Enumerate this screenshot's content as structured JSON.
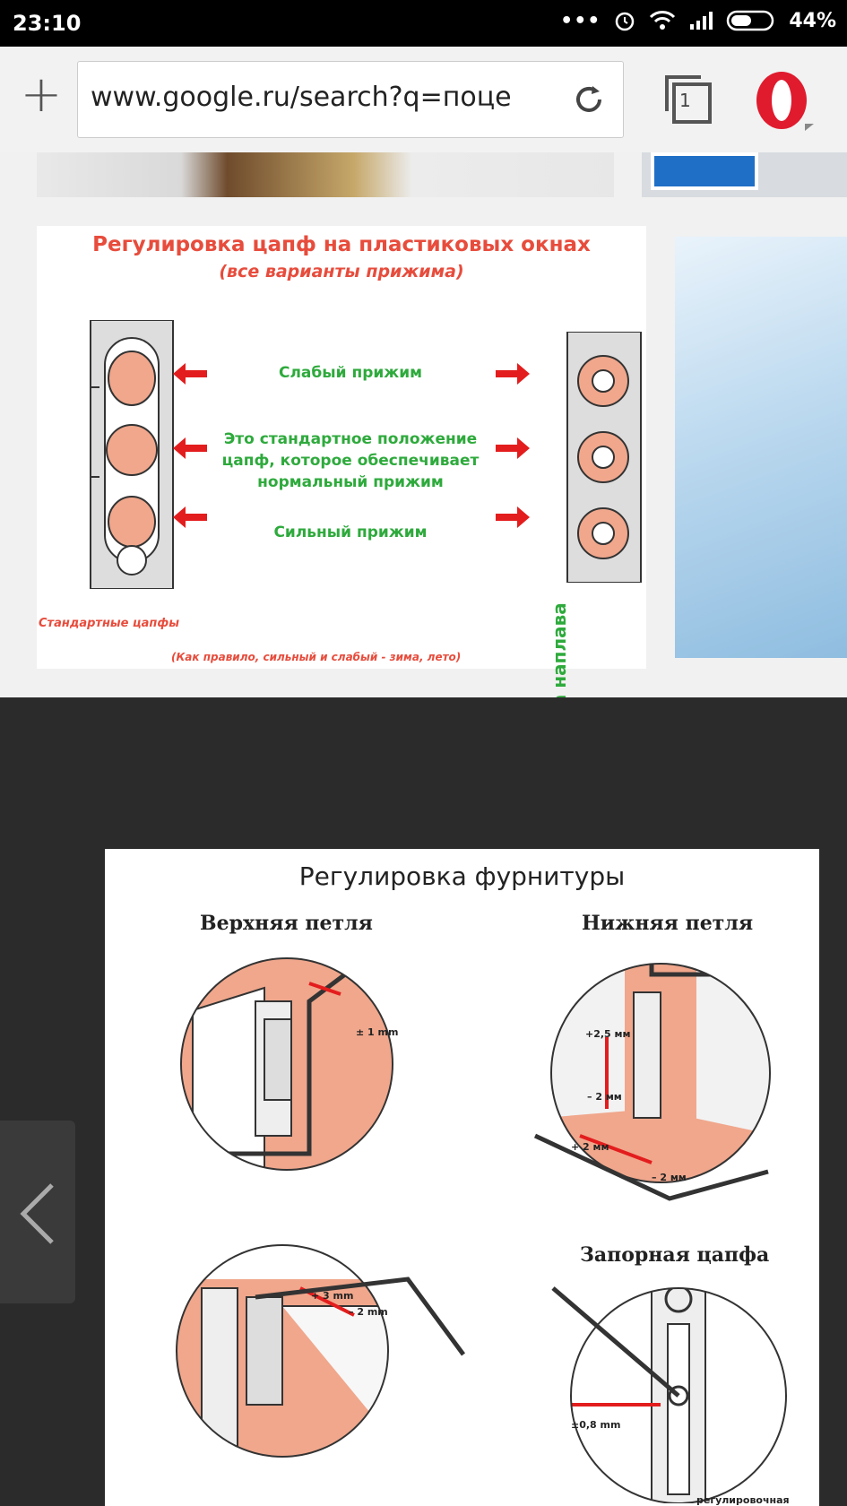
{
  "status": {
    "time": "23:10",
    "battery": "44%",
    "dots": "•••"
  },
  "browser": {
    "url": "www.google.ru/search?q=поце",
    "tab_count": "1"
  },
  "result1": {
    "title": "Регулировка цапф на пластиковых окнах",
    "subtitle": "(все варианты прижима)",
    "weak": "Слабый прижим",
    "standard_line1": "Это стандартное положение",
    "standard_line2": "цапф, которое обеспечивает",
    "standard_line3": "нормальный прижим",
    "strong": "Сильный прижим",
    "side": "Сторона наплава",
    "standard_pins": "Стандартные цапфы",
    "note": "(Как правило, сильный и слабый - зима, лето)"
  },
  "result2": {
    "title": "Регулировка фурнитуры",
    "upper_hinge": "Верхняя петля",
    "lower_hinge": "Нижняя петля",
    "locking_pin": "Запорная цапфа",
    "m1": "± 1 mm",
    "m2": "+2,5 мм",
    "m3": "– 2 мм",
    "m4": "+ 2 мм",
    "m5": "– 2 мм",
    "m6": "+ 3 mm",
    "m7": "– 2 mm",
    "m8": "±0,8 mm",
    "m9": "регулировочная"
  },
  "colors": {
    "accent_red": "#e74c3c",
    "green": "#2eaa3c",
    "salmon": "#f0a78c",
    "opera": "#e01b2e"
  }
}
